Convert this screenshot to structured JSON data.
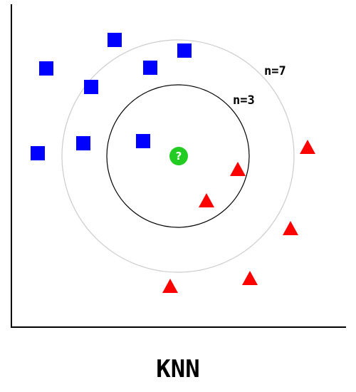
{
  "title": "KNN",
  "neighbor_labels": {
    "outer": "n=7",
    "inner": "n=3"
  },
  "query_point": {
    "glyph": "?",
    "color": "#22cc22"
  },
  "classes": {
    "square": {
      "color": "#0000ff",
      "shape": "square"
    },
    "triangle": {
      "color": "#ff0000",
      "shape": "triangle"
    }
  },
  "colors": {
    "inner_circle": "#000000",
    "outer_circle": "#cccccc",
    "axes": "#000000"
  }
}
